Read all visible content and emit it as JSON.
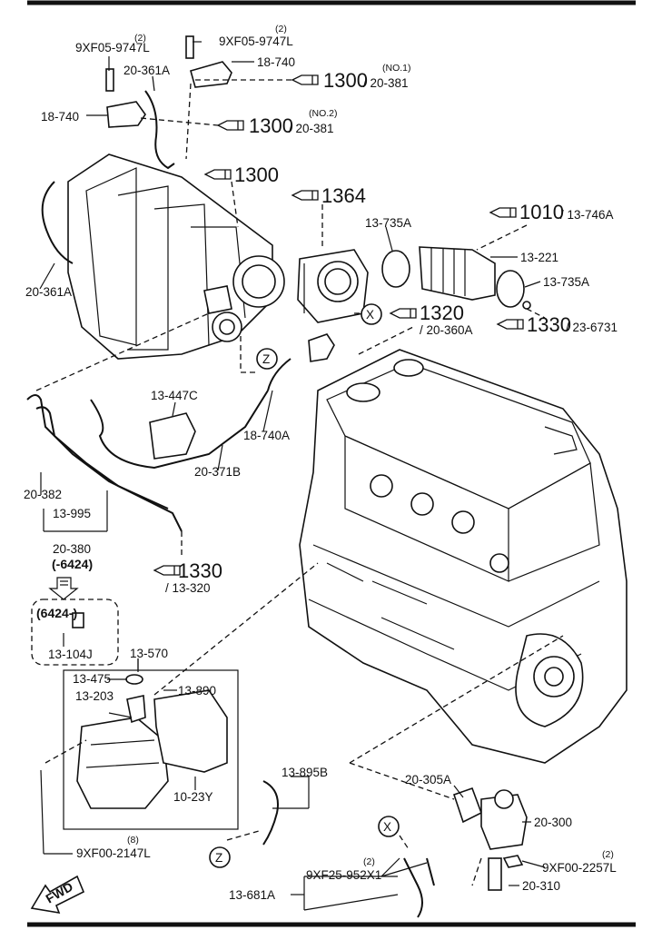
{
  "fwd_label": "FWD",
  "markers": {
    "x": "X",
    "z": "Z"
  },
  "labels": {
    "qty2": "(2)",
    "qty8": "(8)",
    "p9xf05_9747l": "9XF05-9747L",
    "p18_740": "18-740",
    "p20_361a": "20-361A",
    "no1": "(NO.1)",
    "no2": "(NO.2)",
    "ref1300": "1300",
    "slash_20_381": "/ 20-381",
    "ref1364": "1364",
    "p13_735a": "13-735A",
    "ref1010": "1010",
    "slash_13_746a": "/ 13-746A",
    "p13_221": "13-221",
    "ref1320": "1320",
    "slash_20_360a": "/ 20-360A",
    "ref1330": "1330",
    "slash_23_6731": "/ 23-6731",
    "p13_447c": "13-447C",
    "p18_740a": "18-740A",
    "p20_371b": "20-371B",
    "p20_382": "20-382",
    "p13_995": "13-995",
    "p20_380": "20-380",
    "serial_to": "(-6424)",
    "slash_13_320": "/ 13-320",
    "serial_from": "(6424-)",
    "p13_104j": "13-104J",
    "p13_570": "13-570",
    "p13_475": "13-475",
    "p13_890": "13-890",
    "p13_203": "13-203",
    "p13_895b": "13-895B",
    "p10_23y": "10-23Y",
    "p20_305a": "20-305A",
    "p20_300": "20-300",
    "p9xf00_2147l": "9XF00-2147L",
    "p9xf00_2257l": "9XF00-2257L",
    "p9xf25_952x1": "9XF25-952X1",
    "p20_310": "20-310",
    "p13_681a": "13-681A"
  }
}
